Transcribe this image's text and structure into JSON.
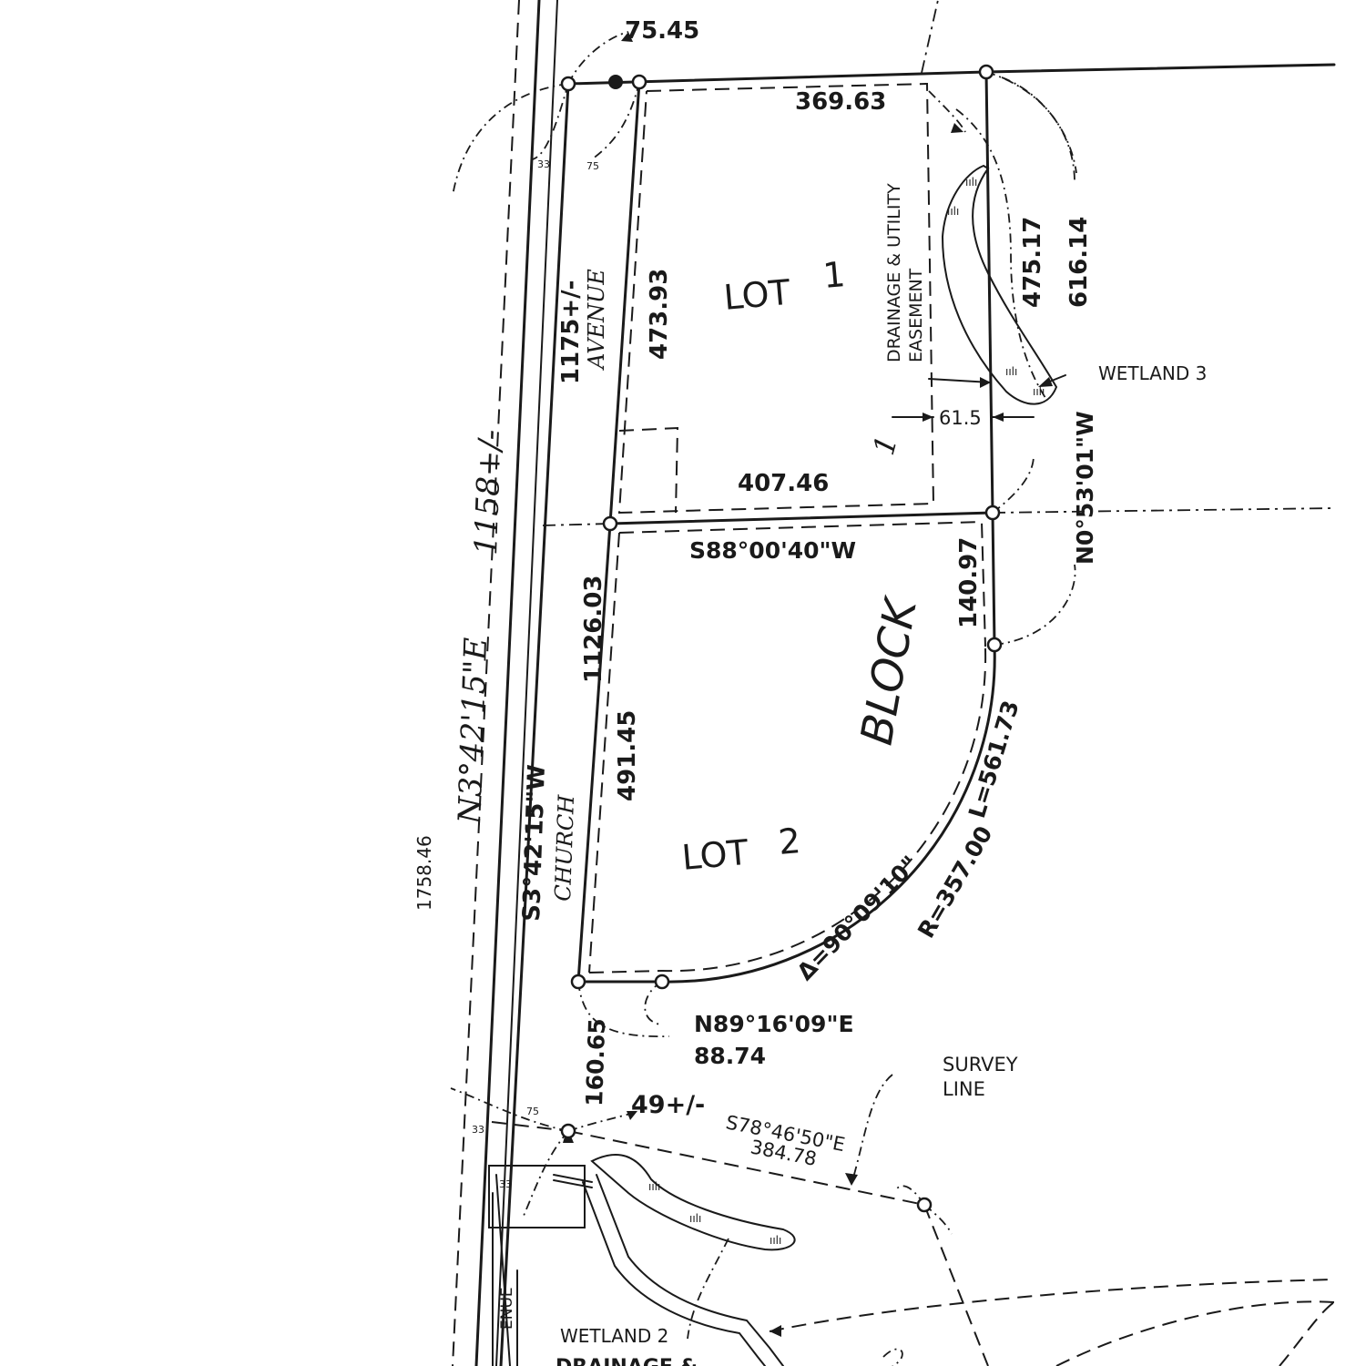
{
  "labels": {
    "top_frontage": "75.45",
    "lot1_north": "369.63",
    "easement": "DRAINAGE & UTILITY",
    "easement2": "EASEMENT",
    "lot1_name": "LOT",
    "lot1_num": "1",
    "lot1_west": "473.93",
    "lot1_east": "475.17",
    "east_total": "616.14",
    "wetland3": "WETLAND 3",
    "setback": "61.5",
    "block_num": "1",
    "lot1_south": "407.46",
    "south_bearing": "S88°00'40\"W",
    "east_bearing": "N0°53'01\"W",
    "lot2_east": "140.97",
    "block": "BLOCK",
    "lot2_west_total": "1126.03",
    "lot2_west": "491.45",
    "lot2_name": "LOT",
    "lot2_num": "2",
    "arc_length": "L=561.73",
    "radius": "R=357.00",
    "delta": "Δ=90°09'10\"",
    "road_length": "1175+/-",
    "avenue": "AVENUE",
    "road_length2": "1158+/-",
    "west_bearing": "N3°42'15\"E",
    "road_bearing": "S3°42'15\"W",
    "church": "CHURCH",
    "total_length": "1758.46",
    "lot2_south_bearing": "N89°16'09\"E",
    "lot2_south_dist": "88.74",
    "south_frontage": "160.65",
    "approx49": "49+/-",
    "survey_bearing": "S78°46'50\"E",
    "survey_dist": "384.78",
    "survey_line": "SURVEY",
    "survey_line2": "LINE",
    "row_33_top": "33",
    "row_75_top": "75",
    "row_33_bot": "33",
    "row_75_bot": "75",
    "row_33_bot2": "33",
    "wetland2": "WETLAND 2",
    "avenue_partial": "ENUE",
    "drainage_partial": "DRAINAGE &"
  }
}
